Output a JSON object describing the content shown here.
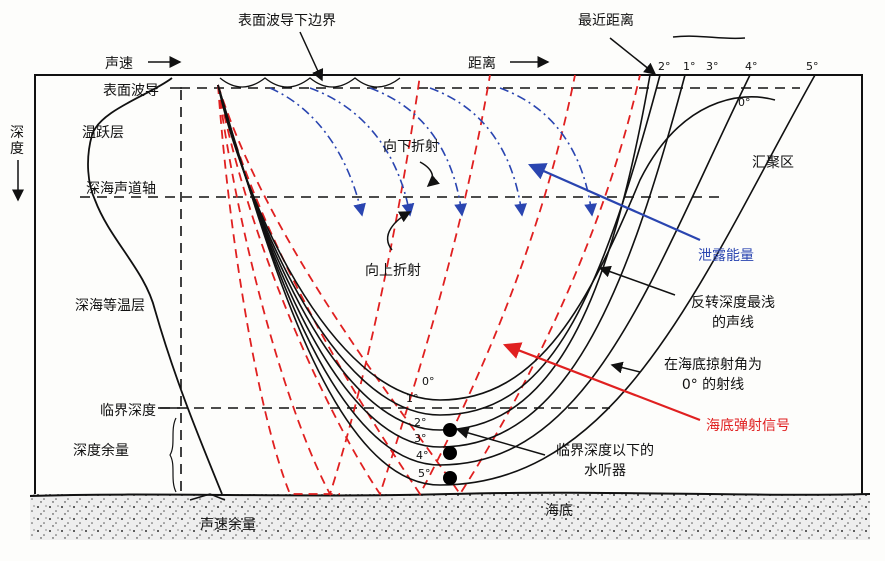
{
  "labels": {
    "surface_duct_lower_boundary": "表面波导下边界",
    "nearest_range": "最近距离",
    "sound_speed": "声速",
    "range": "距离",
    "surface_duct": "表面波导",
    "thermocline": "温跃层",
    "depth": "深度",
    "deep_sound_channel_axis": "深海声道轴",
    "deep_isothermal_layer": "深海等温层",
    "critical_depth": "临界深度",
    "depth_excess": "深度余量",
    "sound_speed_excess": "声速余量",
    "seafloor": "海底",
    "downward_refraction": "向下折射",
    "upward_refraction": "向上折射",
    "convergence_zone": "汇聚区",
    "leaked_energy": "泄露能量",
    "shallowest_turning_ray_1": "反转深度最浅",
    "shallowest_turning_ray_2": "的声线",
    "grazing_ray_1": "在海底掠射角为",
    "grazing_ray_2": "0° 的射线",
    "bottom_bounce": "海底弹射信号",
    "hydrophones_1": "临界深度以下的",
    "hydrophones_2": "水听器"
  },
  "angles_surface": [
    "2°",
    "1°",
    "3°",
    "4°",
    "5°"
  ],
  "angles_turn": [
    "0°"
  ],
  "angles_bottom": [
    "0°",
    "1°",
    "2°",
    "3°",
    "4°",
    "5°"
  ],
  "colors": {
    "blue": "#2a45b0",
    "red": "#e02020",
    "black": "#111111"
  }
}
